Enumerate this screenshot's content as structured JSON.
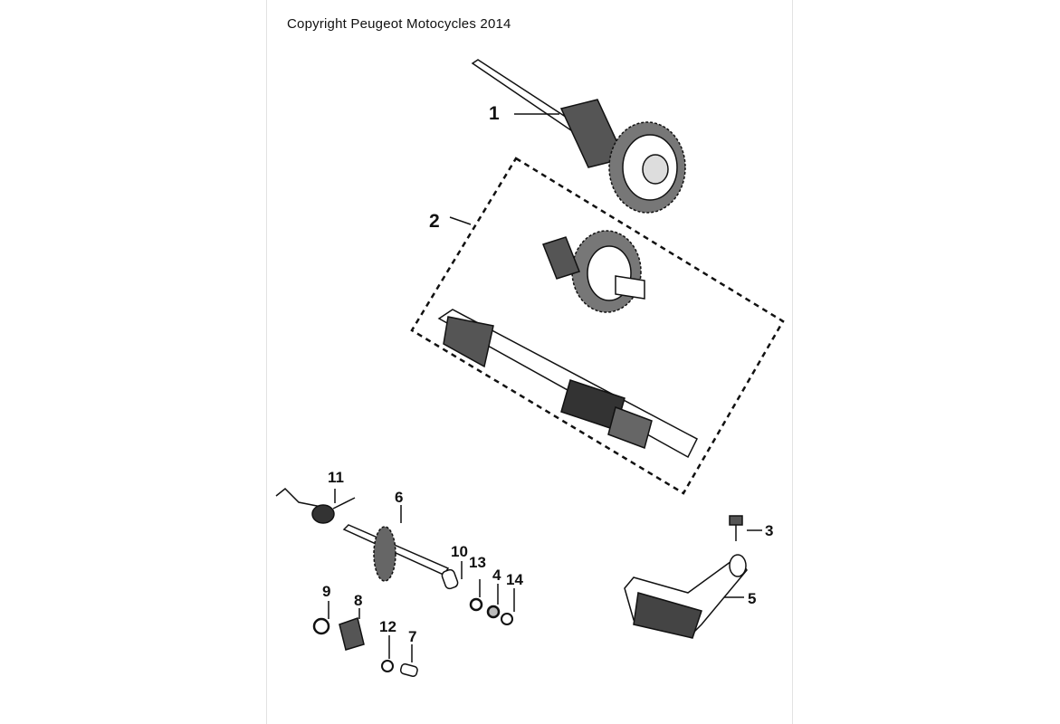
{
  "copyright": "Copyright Peugeot Motocycles 2014",
  "labels": {
    "p1": "1",
    "p2": "2",
    "p3": "3",
    "p4": "4",
    "p5": "5",
    "p6": "6",
    "p7": "7",
    "p8": "8",
    "p9": "9",
    "p10": "10",
    "p11": "11",
    "p12": "12",
    "p13": "13",
    "p14": "14"
  }
}
